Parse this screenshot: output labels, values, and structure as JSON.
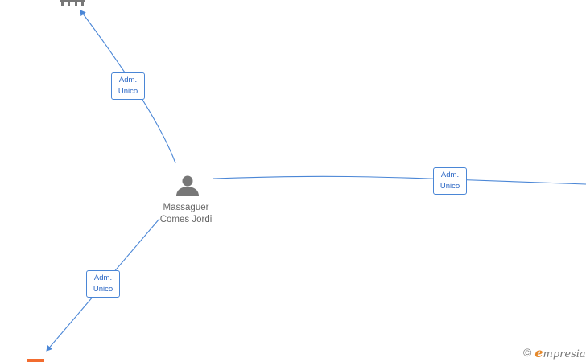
{
  "person": {
    "name_line1": "Massaguer",
    "name_line2": "Comes Jordi"
  },
  "edges": [
    {
      "line1": "Adm.",
      "line2": "Unico"
    },
    {
      "line1": "Adm.",
      "line2": "Unico"
    },
    {
      "line1": "Adm.",
      "line2": "Unico"
    }
  ],
  "brand": {
    "copyright": "©",
    "logo_initial": "e",
    "logo_rest": "mpresia"
  },
  "colors": {
    "edge": "#4a86d6",
    "node_icon": "#777777",
    "company_highlight": "#f26c2f"
  }
}
